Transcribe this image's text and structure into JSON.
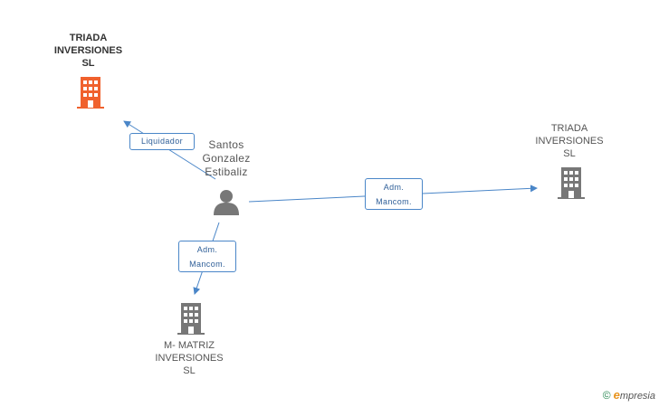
{
  "nodes": {
    "triada_main": {
      "label_lines": [
        "TRIADA",
        "INVERSIONES",
        "SL"
      ],
      "color": "#f0612d"
    },
    "person": {
      "label_lines": [
        "Santos",
        "Gonzalez",
        "Estibaliz"
      ],
      "color": "#777777"
    },
    "triada_right": {
      "label_lines": [
        "TRIADA",
        "INVERSIONES",
        "SL"
      ],
      "color": "#777777"
    },
    "matriz": {
      "label_lines": [
        "M- MATRIZ",
        "INVERSIONES",
        "SL"
      ],
      "color": "#777777"
    }
  },
  "edges": {
    "liquidador": {
      "label": "Liquidador"
    },
    "adm_right": {
      "label_lines": [
        "Adm.",
        "Mancom."
      ]
    },
    "adm_down": {
      "label_lines": [
        "Adm.",
        "Mancom."
      ]
    }
  },
  "edge_color": "#4a86c8",
  "footer": {
    "copyright": "©",
    "brand_e": "e",
    "brand_rest": "mpresia"
  }
}
